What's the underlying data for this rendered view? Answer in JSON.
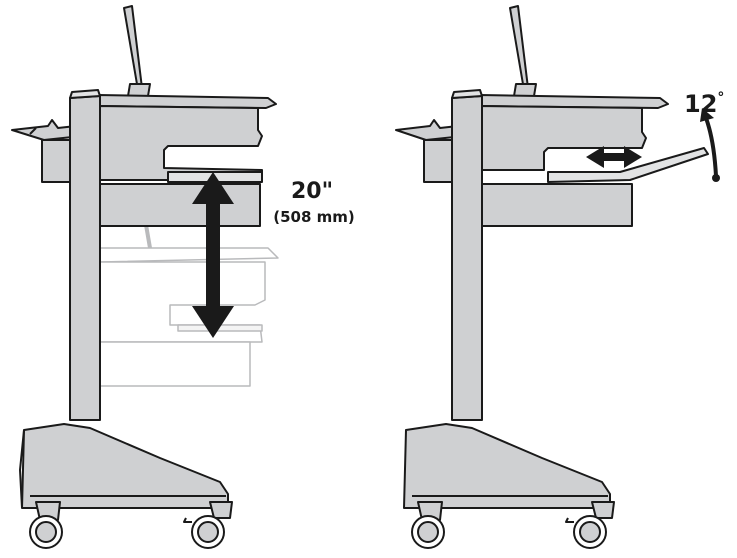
{
  "diagram": {
    "left_panel": {
      "height_value": "20\"",
      "height_metric": "(508 mm)"
    },
    "right_panel": {
      "tilt_value": "12",
      "tilt_unit": "°"
    },
    "colors": {
      "cart_fill": "#cfd0d2",
      "cart_stroke": "#1a1a1a",
      "ghost_stroke": "#b9babc",
      "arrow": "#1a1a1a",
      "background": "#ffffff"
    }
  }
}
